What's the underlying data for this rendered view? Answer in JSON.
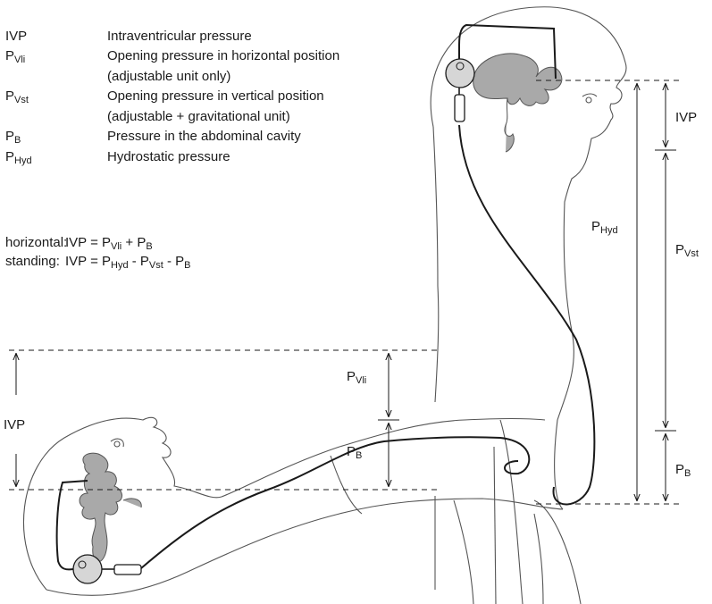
{
  "legend": [
    {
      "main": "IVP",
      "sub": "",
      "desc": [
        "Intraventricular pressure"
      ]
    },
    {
      "main": "P",
      "sub": "Vli",
      "desc": [
        "Opening pressure in horizontal position",
        "(adjustable unit only)"
      ]
    },
    {
      "main": "P",
      "sub": "Vst",
      "desc": [
        "Opening pressure in vertical position",
        "(adjustable + gravitational unit)"
      ]
    },
    {
      "main": "P",
      "sub": "B",
      "desc": [
        "Pressure in the abdominal cavity"
      ]
    },
    {
      "main": "P",
      "sub": "Hyd",
      "desc": [
        "Hydrostatic pressure"
      ]
    }
  ],
  "formulas": {
    "horizontal": {
      "label": "horizontal:",
      "parts": [
        {
          "t": "IVP = P"
        },
        {
          "s": "Vli"
        },
        {
          "t": " + P"
        },
        {
          "s": "B"
        }
      ]
    },
    "standing": {
      "label": "standing:",
      "parts": [
        {
          "t": "IVP = P"
        },
        {
          "s": "Hyd"
        },
        {
          "t": " - P"
        },
        {
          "s": "Vst"
        },
        {
          "t": " - P"
        },
        {
          "s": "B"
        }
      ]
    }
  },
  "labels": {
    "p": "P",
    "ivp": "IVP",
    "vli": "Vli",
    "b": "B",
    "hyd": "Hyd",
    "vst": "Vst"
  },
  "colors": {
    "line": "#1a1a1a",
    "outline": "#555555",
    "ventricle": "#a9a9a9"
  }
}
